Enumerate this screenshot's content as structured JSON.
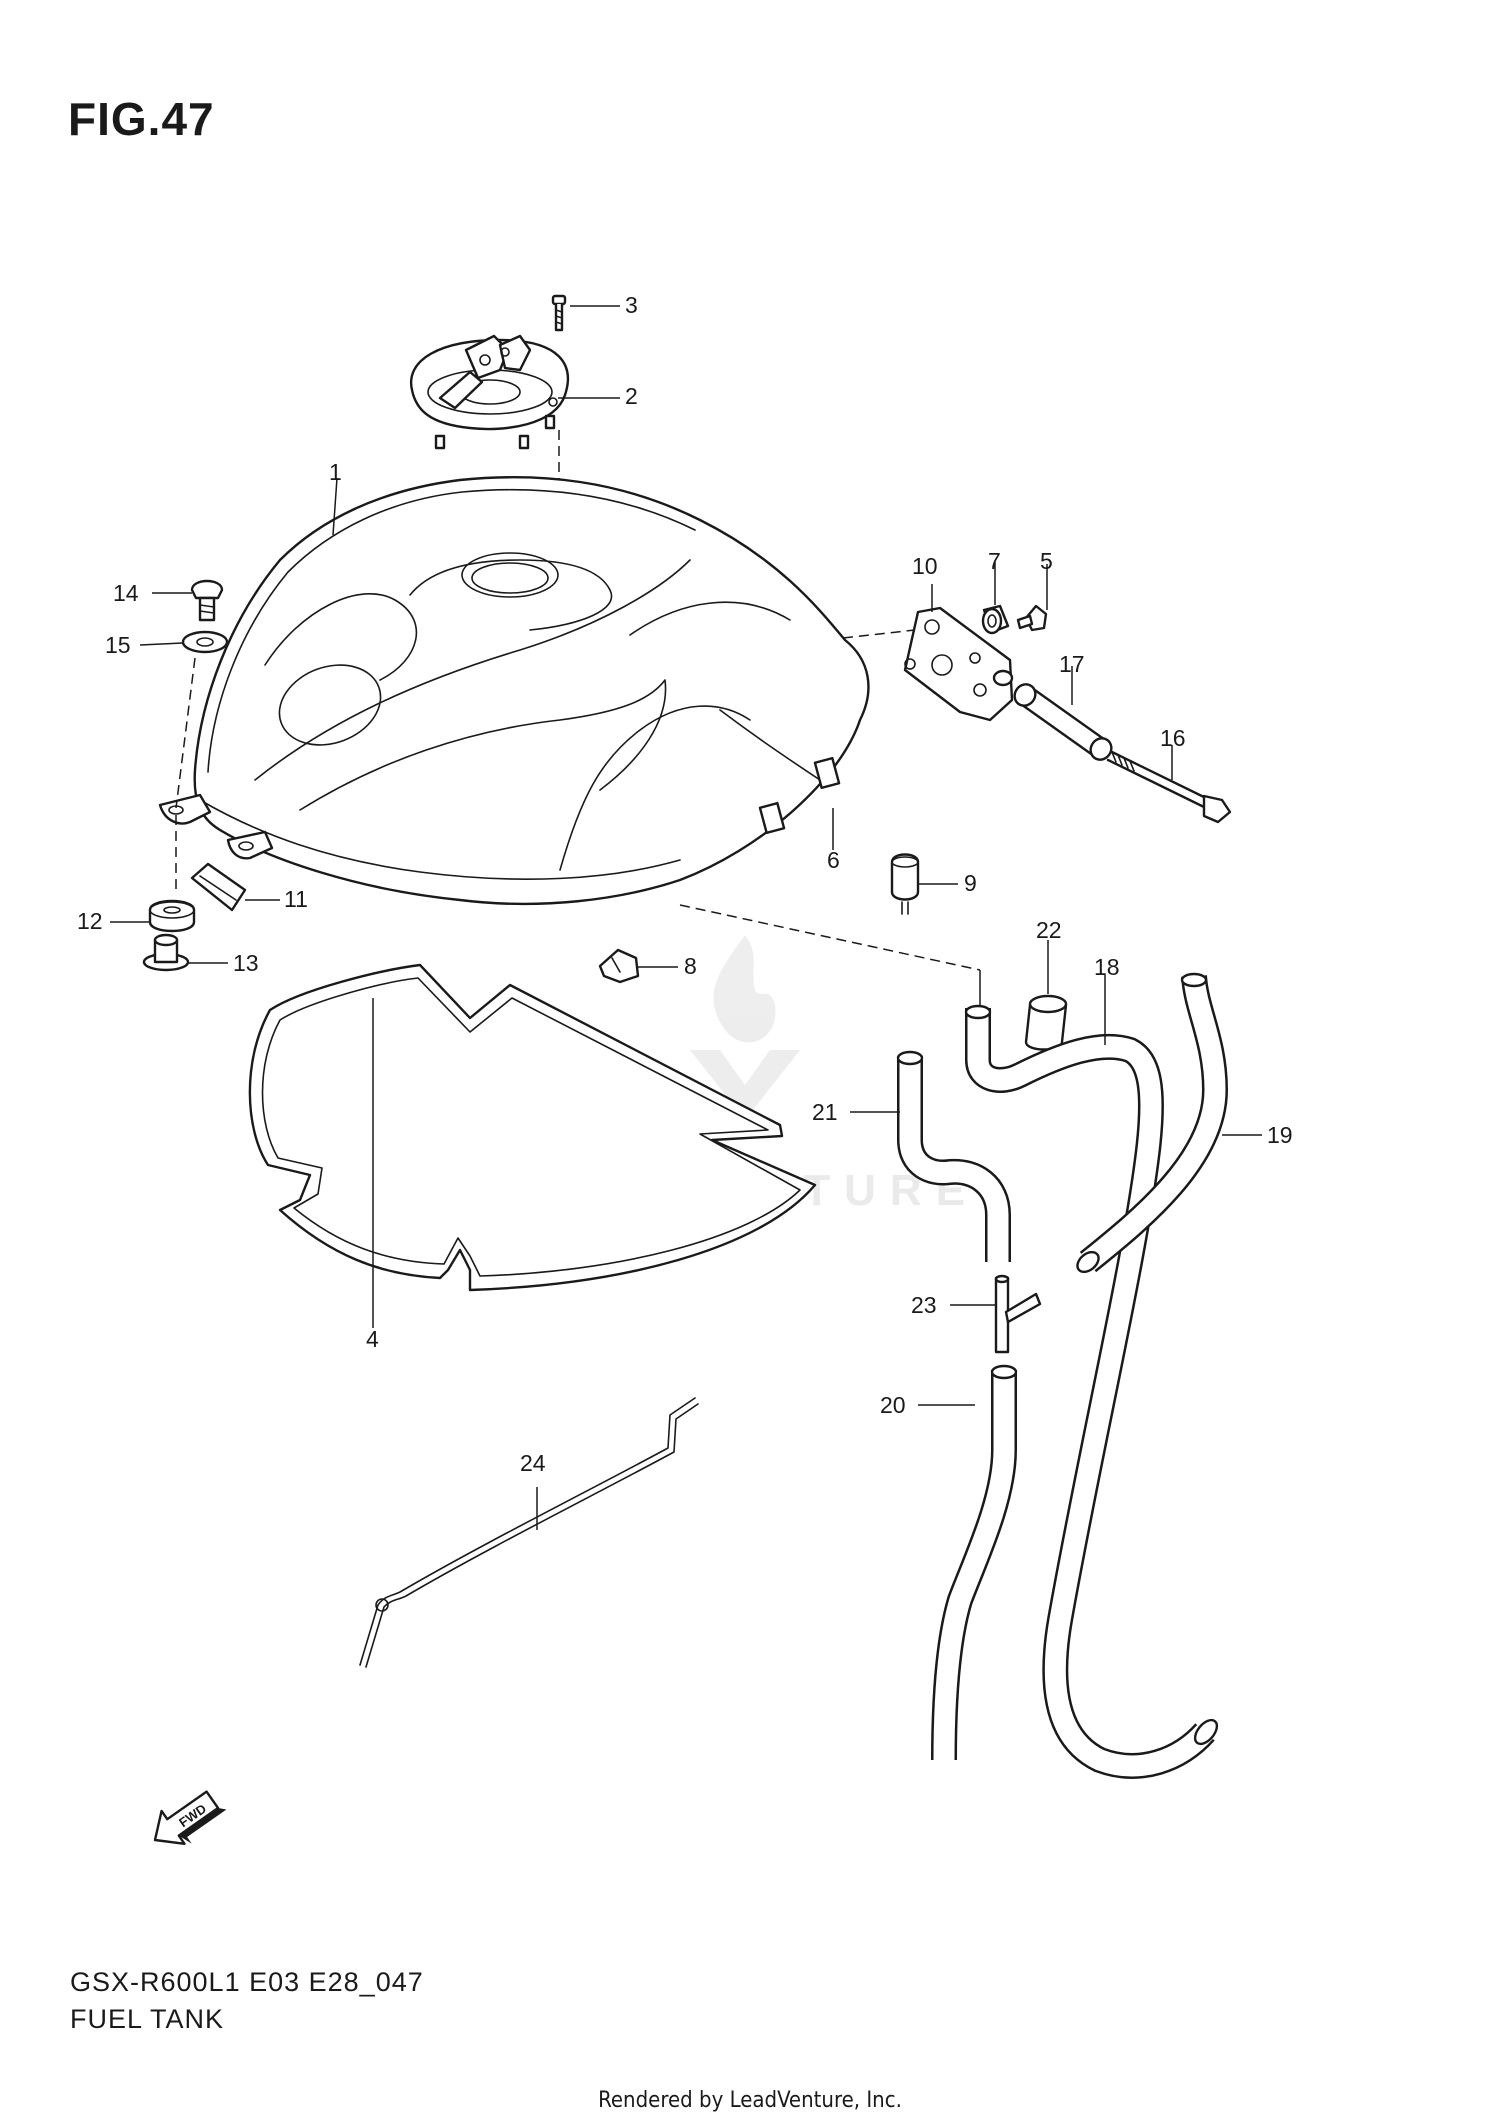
{
  "figure": {
    "title": "FIG.47",
    "model_code": "GSX-R600L1 E03 E28_047",
    "name": "FUEL TANK"
  },
  "callouts": [
    "1",
    "2",
    "3",
    "4",
    "5",
    "6",
    "7",
    "8",
    "9",
    "10",
    "11",
    "12",
    "13",
    "14",
    "15",
    "16",
    "17",
    "18",
    "19",
    "20",
    "21",
    "22",
    "23",
    "24"
  ],
  "fwd_label": "FWD",
  "watermark": "LEADVENTURE",
  "footer": {
    "rendered_by": "Rendered by LeadVenture, Inc."
  }
}
